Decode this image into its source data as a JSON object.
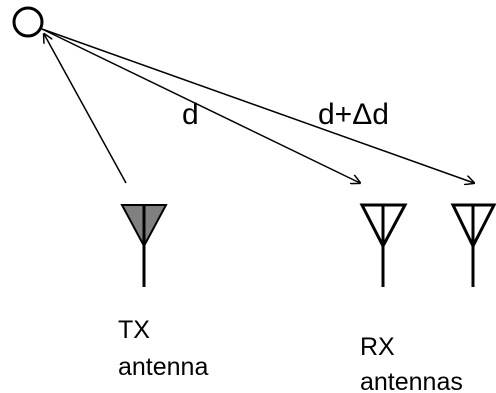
{
  "labels": {
    "path_direct": "d",
    "path_extra": "d+Δd",
    "tx_line1": "TX",
    "tx_line2": "antenna",
    "rx_line1": "RX",
    "rx_line2": "antennas"
  },
  "colors": {
    "stroke": "#000000",
    "tx_fill": "#808080",
    "rx_fill": "#ffffff"
  }
}
